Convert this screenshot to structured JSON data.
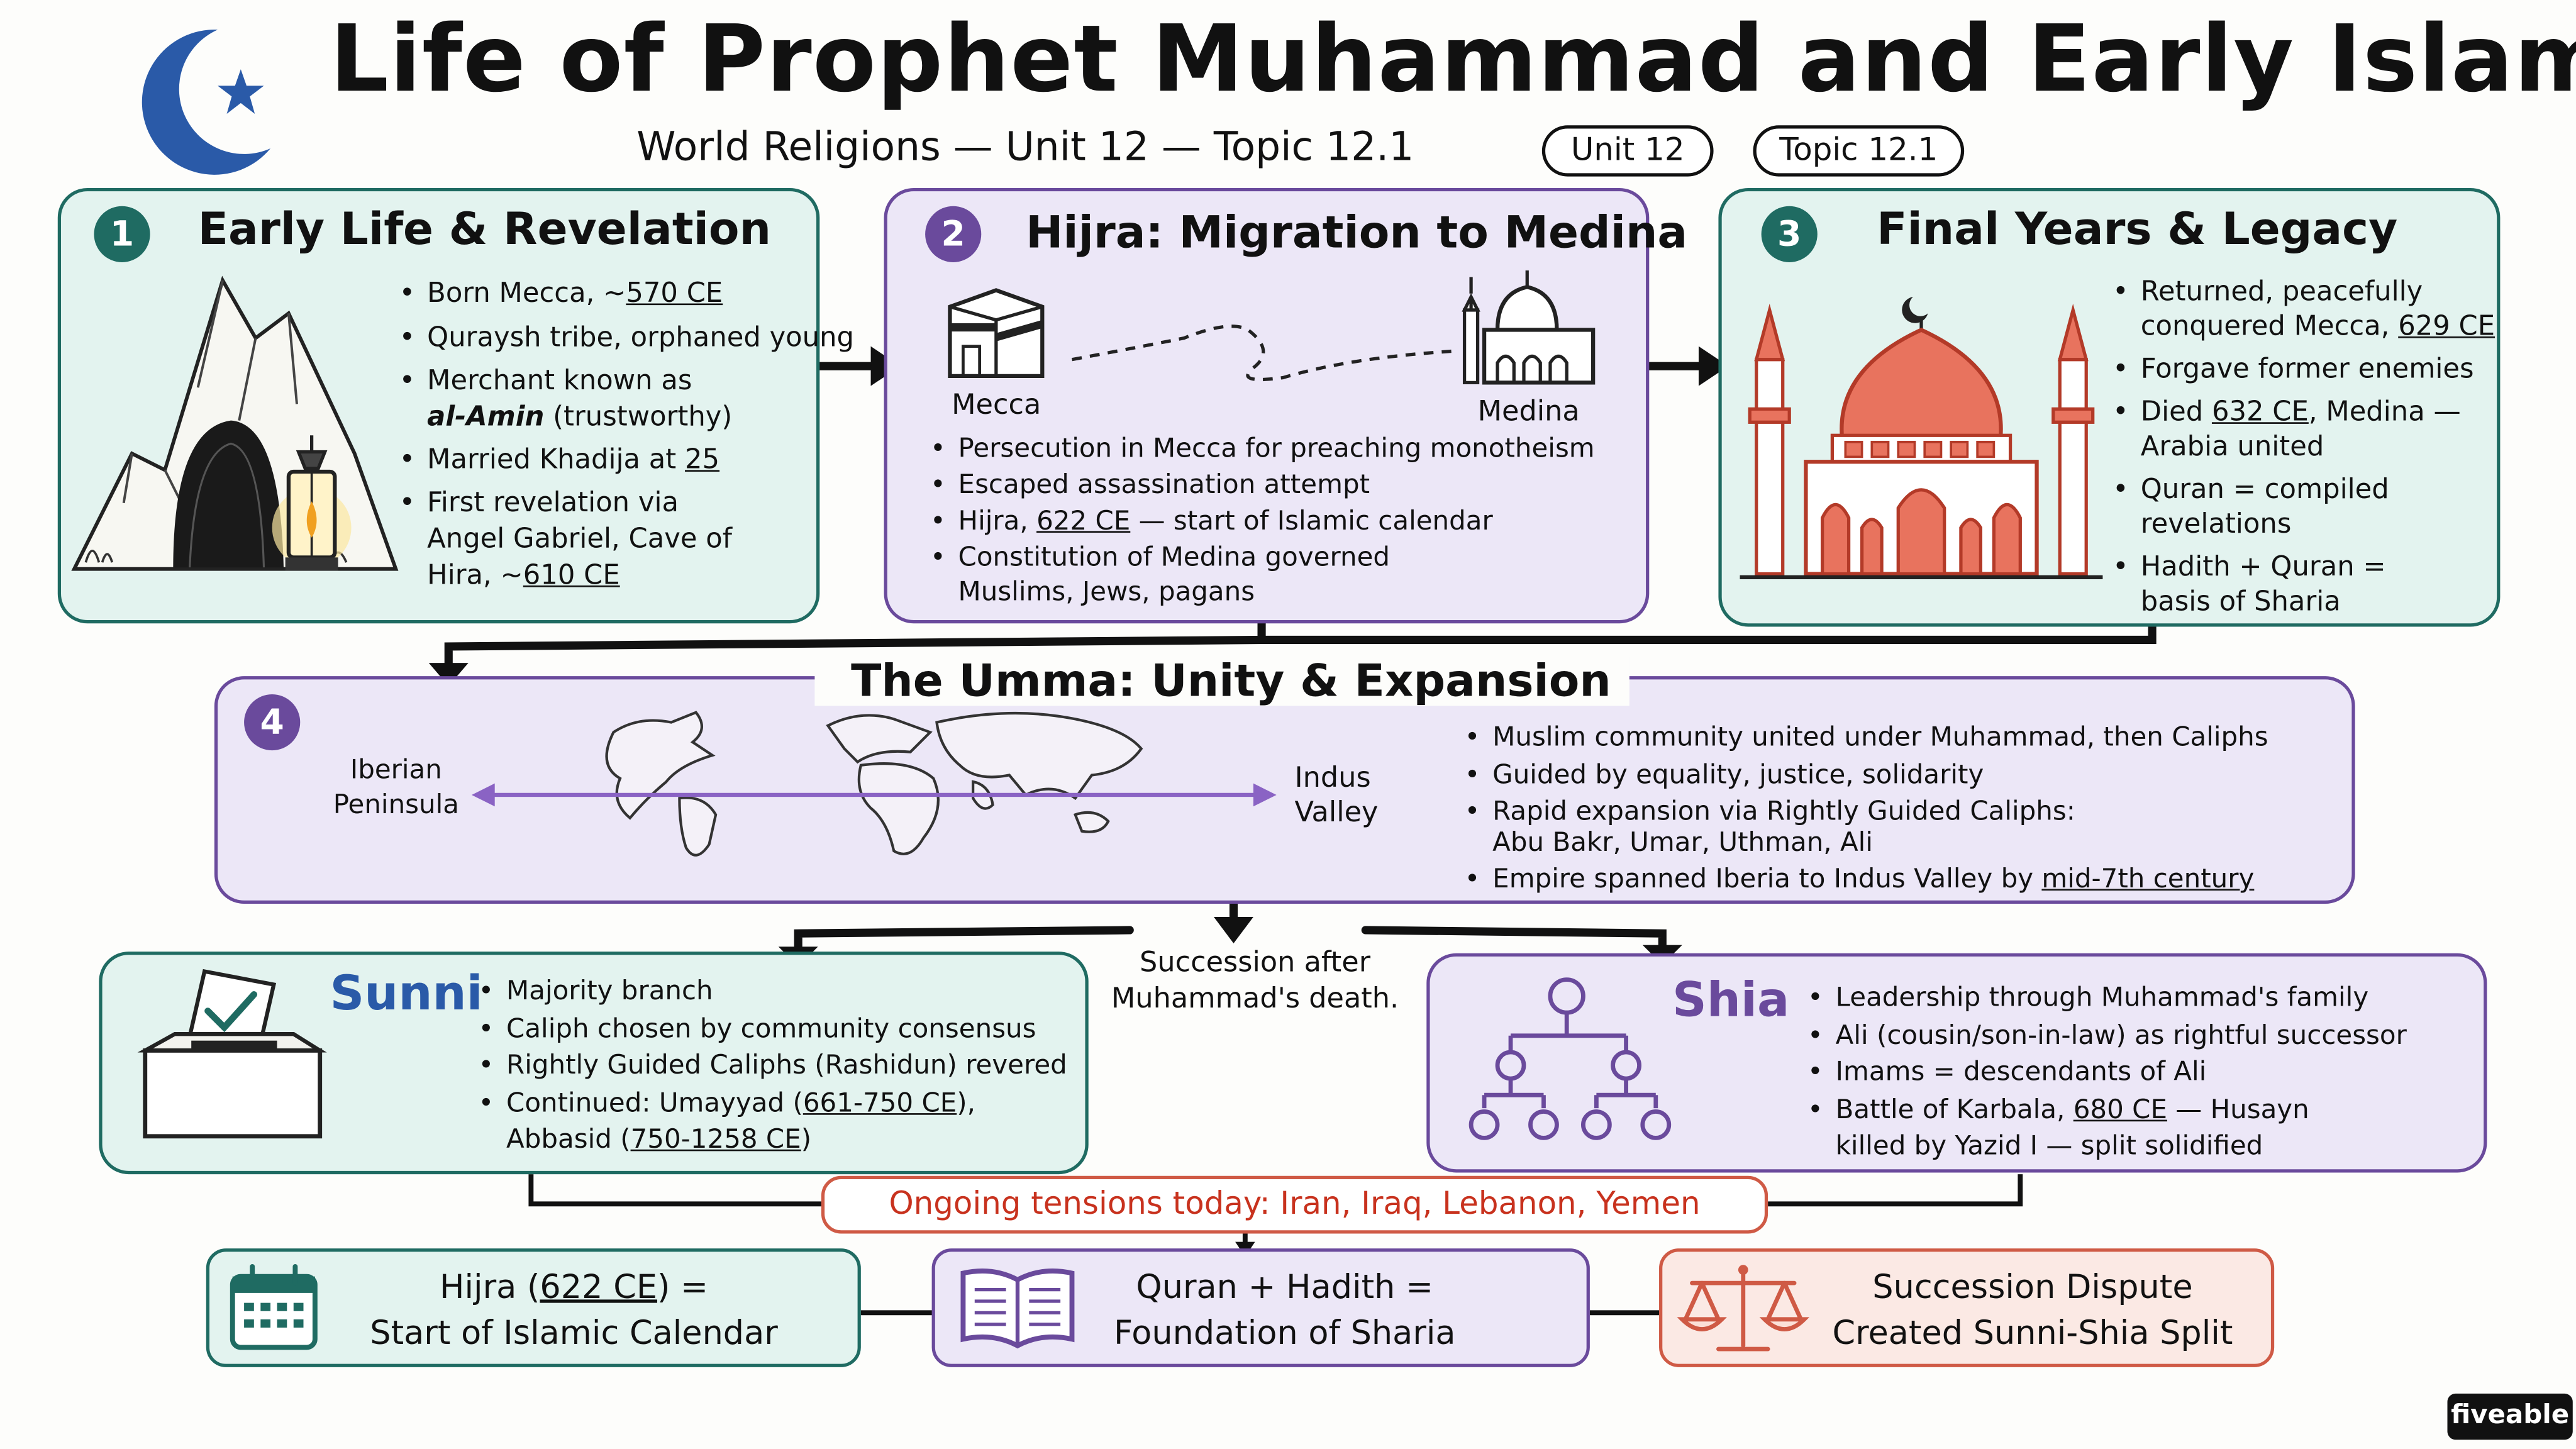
{
  "header": {
    "title": "Life of Prophet Muhammad and Early Islam",
    "subtitle": "World Religions — Unit 12 — Topic 12.1",
    "badge_unit": "Unit 12",
    "badge_topic": "Topic 12.1"
  },
  "panel1": {
    "number": "1",
    "title": "Early Life & Revelation",
    "b1_pre": "Born Mecca, ~",
    "b1_u": "570 CE",
    "b2": "Quraysh tribe, orphaned young",
    "b3_l1": "Merchant known as",
    "b3_l2_em": "al-Amin",
    "b3_l2_rest": " (trustworthy)",
    "b4_pre": "Married Khadija at ",
    "b4_u": "25",
    "b5_l1": "First revelation via",
    "b5_l2": "Angel Gabriel, Cave of",
    "b5_l3_pre": "Hira, ~",
    "b5_l3_u": "610 CE"
  },
  "panel2": {
    "number": "2",
    "title": "Hijra: Migration to Medina",
    "label_mecca": "Mecca",
    "label_medina": "Medina",
    "b1": "Persecution in Mecca for preaching monotheism",
    "b2": "Escaped assassination attempt",
    "b3_pre": "Hijra, ",
    "b3_u": "622 CE",
    "b3_post": " — start of Islamic calendar",
    "b4_l1": "Constitution of Medina governed",
    "b4_l2": "Muslims, Jews, pagans"
  },
  "panel3": {
    "number": "3",
    "title": "Final Years & Legacy",
    "b1_l1": "Returned, peacefully",
    "b1_l2_pre": "conquered Mecca, ",
    "b1_l2_u": "629 CE",
    "b2": "Forgave former enemies",
    "b3_pre": "Died ",
    "b3_u": "632 CE",
    "b3_post": ", Medina —",
    "b3_l2": "Arabia united",
    "b4_l1": "Quran = compiled",
    "b4_l2": "revelations",
    "b5_l1": "Hadith + Quran =",
    "b5_l2": "basis of Sharia"
  },
  "panel4": {
    "number": "4",
    "title": "The Umma: Unity & Expansion",
    "label_iberia": "Iberian\nPeninsula",
    "label_indus": "Indus\nValley",
    "b1": "Muslim community united under Muhammad, then Caliphs",
    "b2": "Guided by equality, justice, solidarity",
    "b3_l1": "Rapid expansion via Rightly Guided Caliphs:",
    "b3_l2": "Abu Bakr, Umar, Uthman, Ali",
    "b4_pre": "Empire spanned Iberia to Indus Valley by ",
    "b4_u": "mid-7th century"
  },
  "succession": {
    "label_l1": "Succession after",
    "label_l2": "Muhammad's death."
  },
  "sunni": {
    "title": "Sunni",
    "b1": "Majority branch",
    "b2": "Caliph chosen by community consensus",
    "b3": "Rightly Guided Caliphs (Rashidun) revered",
    "b4_pre": "Continued: Umayyad (",
    "b4_u": "661-750 CE",
    "b4_post": "),",
    "b4_l2_pre": "Abbasid (",
    "b4_l2_u": "750-1258 CE",
    "b4_l2_post": ")"
  },
  "shia": {
    "title": "Shia",
    "b1": "Leadership through Muhammad's family",
    "b2": "Ali (cousin/son-in-law) as rightful successor",
    "b3": "Imams = descendants of Ali",
    "b4_pre": "Battle of Karbala, ",
    "b4_u": "680 CE",
    "b4_post": " — Husayn",
    "b4_l2": "killed by Yazid I — split solidified"
  },
  "tensions": "Ongoing tensions today: Iran, Iraq, Lebanon, Yemen",
  "summary": {
    "s1_l1_pre": "Hijra (",
    "s1_l1_u": "622 CE",
    "s1_l1_post": ") =",
    "s1_l2": "Start of Islamic Calendar",
    "s2_l1": "Quran + Hadith =",
    "s2_l2": "Foundation of Sharia",
    "s3_l1": "Succession Dispute",
    "s3_l2": "Created Sunni-Shia Split"
  },
  "brand": "fiveable",
  "colors": {
    "teal": "#1f6b62",
    "purple": "#6a4a9c",
    "coral": "#cf5a45",
    "navy": "#2a5aa8"
  },
  "icons": [
    "crescent-star-icon",
    "cave-icon",
    "lantern-icon",
    "kaaba-icon",
    "medina-mosque-icon",
    "mosque-icon",
    "world-map-icon",
    "ballot-box-icon",
    "family-tree-icon",
    "calendar-icon",
    "open-book-icon",
    "scales-icon"
  ]
}
